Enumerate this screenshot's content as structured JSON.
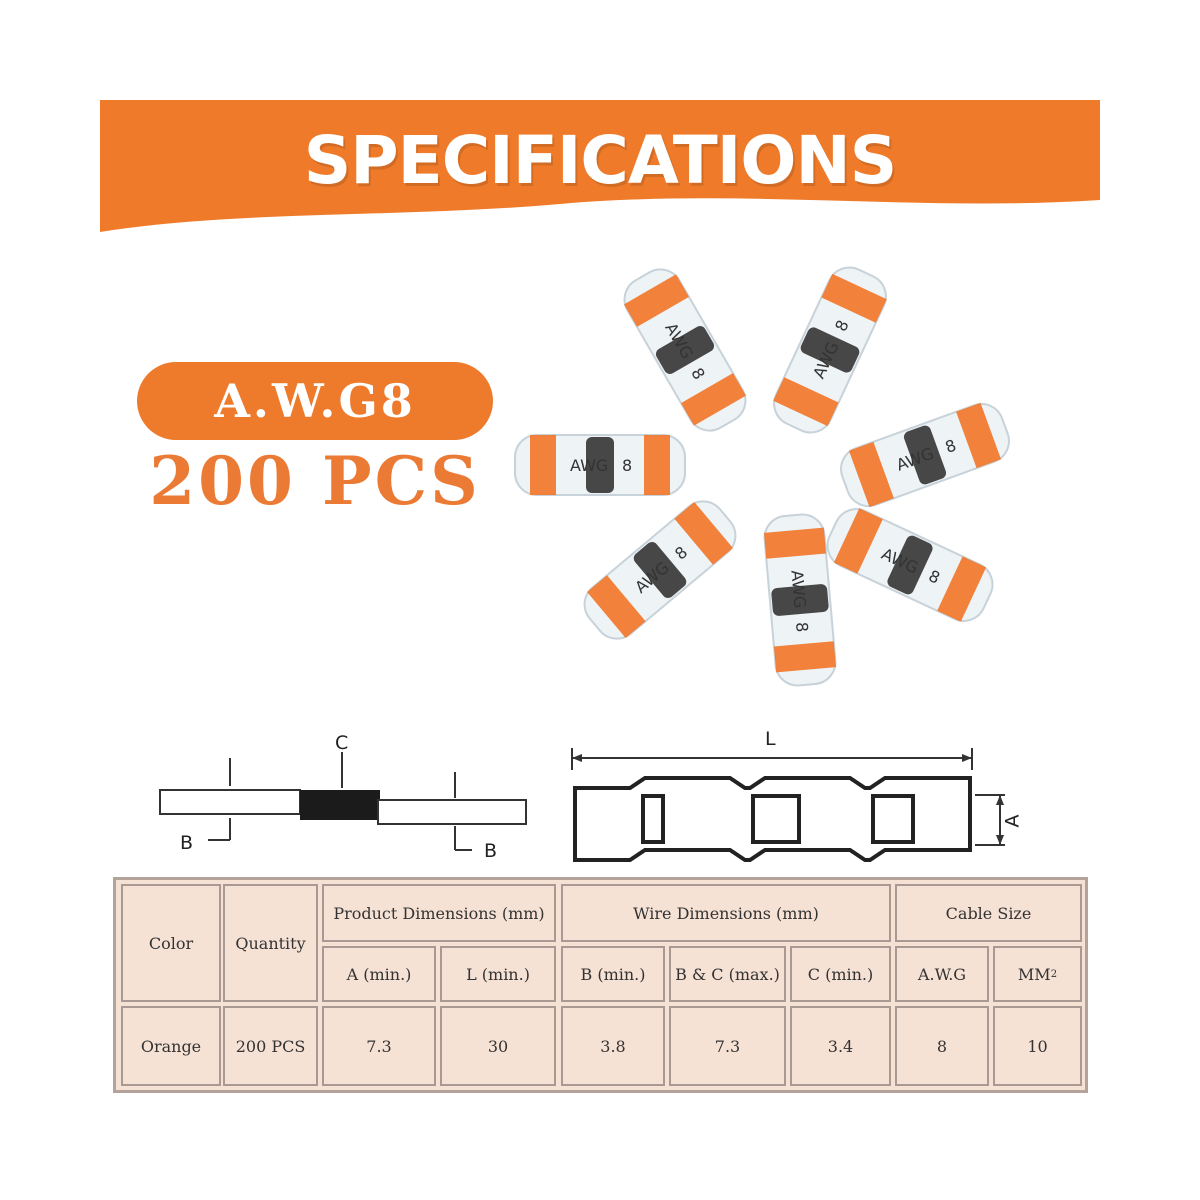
{
  "banner": {
    "title": "SPECIFICATIONS",
    "color": "#ef7b2a"
  },
  "badge": {
    "awg_label": "A.W.G8",
    "quantity_label": "200 PCS",
    "accent": "#ee7a2c"
  },
  "product_photo": {
    "connector_marking": "AWG 8",
    "colors": {
      "band": "#f07a30",
      "core": "#3e3e3e",
      "tube": "#e6eef3"
    }
  },
  "diagrams": {
    "wire_labels": {
      "c": "C",
      "b_left": "B",
      "b_right": "B"
    },
    "connector_labels": {
      "l": "L",
      "a": "A"
    }
  },
  "table": {
    "headers": {
      "color": "Color",
      "quantity": "Quantity",
      "product_dimensions": "Product Dimensions (mm)",
      "wire_dimensions": "Wire Dimensions (mm)",
      "cable_size": "Cable Size"
    },
    "subheaders": {
      "a_min": "A (min.)",
      "l_min": "L (min.)",
      "b_min": "B (min.)",
      "bc_max": "B & C (max.)",
      "c_min": "C (min.)",
      "awg": "A.W.G",
      "mm": "MM",
      "mm_sup": "2"
    },
    "row": {
      "color": "Orange",
      "quantity": "200 PCS",
      "a_min": "7.3",
      "l_min": "30",
      "b_min": "3.8",
      "bc_max": "7.3",
      "c_min": "3.4",
      "awg": "8",
      "mm": "10"
    },
    "background": "#f6e1d5"
  }
}
